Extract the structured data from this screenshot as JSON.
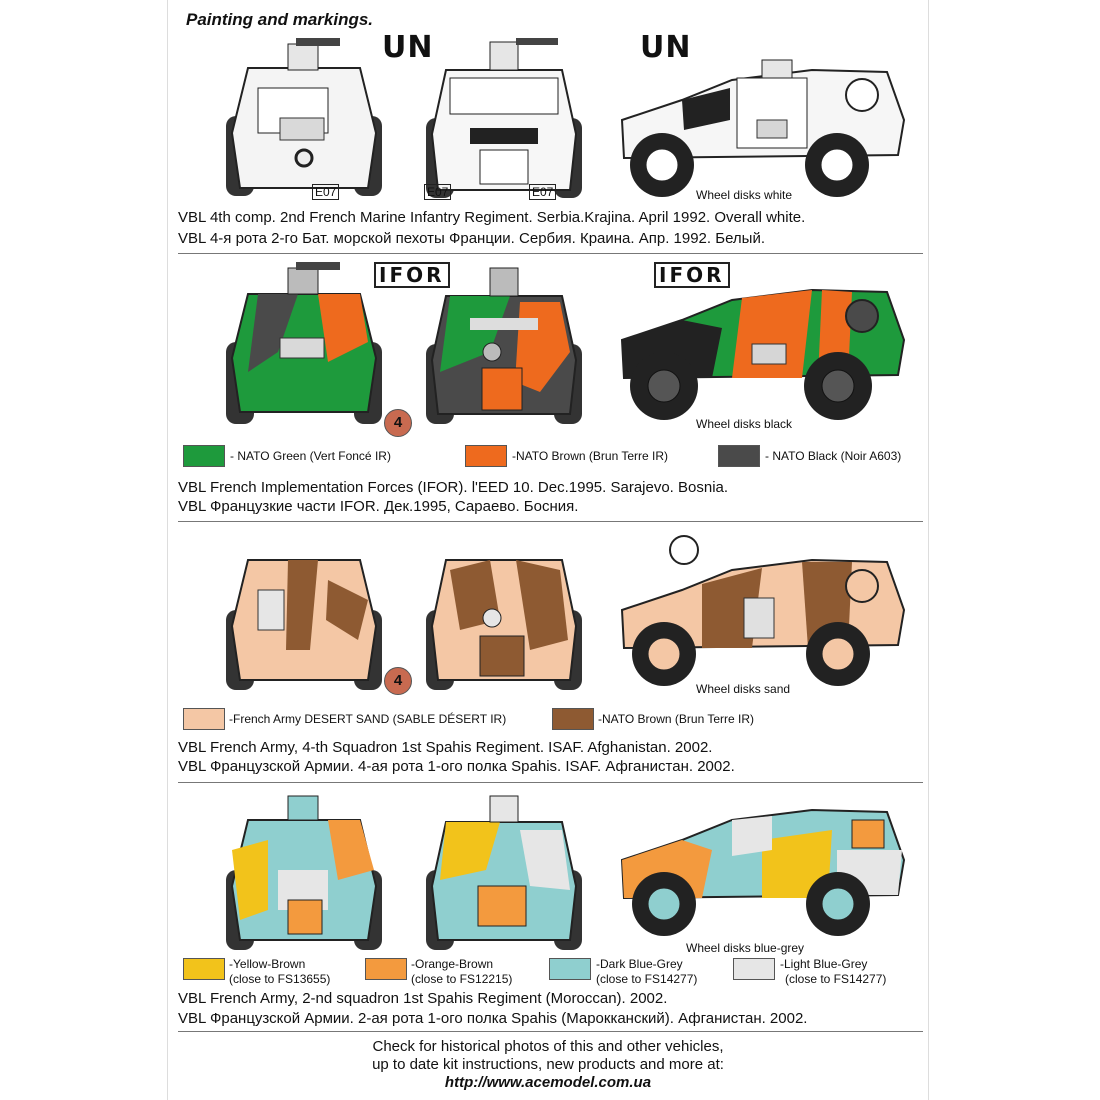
{
  "title": "Painting and markings.",
  "sections": [
    {
      "markings": [
        "UN",
        "UN"
      ],
      "serials": [
        "E07",
        "E07",
        "E07"
      ],
      "wheel_note": "Wheel disks white",
      "caption_en": "VBL 4th comp. 2nd French Marine Infantry Regiment. Serbia.Krajina. April 1992. Overall white.",
      "caption_ru": "VBL 4-я рота 2-го Бат. морской пехоты Франции. Сербия. Краина. Апр. 1992. Белый."
    },
    {
      "markings": [
        "IFOR",
        "IFOR"
      ],
      "badge": "4",
      "wheel_note": "Wheel disks black",
      "swatches": [
        {
          "color": "#1e9a3c",
          "label": "-  NATO Green (Vert Foncé IR)"
        },
        {
          "color": "#ee6a1e",
          "label": "-NATO Brown (Brun Terre IR)"
        },
        {
          "color": "#4a4a4a",
          "label": "- NATO Black (Noir A603)"
        }
      ],
      "caption_en": "VBL French Implementation Forces (IFOR). l'EED 10. Dec.1995. Sarajevo. Bosnia.",
      "caption_ru": "VBL Французкие части IFOR. Дек.1995, Сараево. Босния."
    },
    {
      "badge": "4",
      "wheel_note": "Wheel disks sand",
      "swatches": [
        {
          "color": "#f4c7a5",
          "label": "-French Army DESERT SAND (SABLE DÉSERT IR)"
        },
        {
          "color": "#8e5a32",
          "label": "-NATO Brown (Brun Terre IR)"
        }
      ],
      "caption_en": "VBL French Army, 4-th Squadron 1st Spahis Regiment. ISAF. Afghanistan. 2002.",
      "caption_ru": "VBL Французской Армии. 4-ая рота 1-ого полка Spahis. ISAF. Афганистан. 2002."
    },
    {
      "wheel_note": "Wheel disks blue-grey",
      "swatches": [
        {
          "color": "#f2c31b",
          "label1": "-Yellow-Brown",
          "label2": "(close to FS13655)"
        },
        {
          "color": "#f39a3e",
          "label1": "-Orange-Brown",
          "label2": "(close to FS12215)"
        },
        {
          "color": "#8fcfcf",
          "label1": "-Dark Blue-Grey",
          "label2": "(close to FS14277)"
        },
        {
          "color": "#e6e6e6",
          "label1": "-Light Blue-Grey",
          "label2": "(close to FS14277)"
        }
      ],
      "caption_en": "VBL French Army, 2-nd squadron 1st Spahis Regiment (Moroccan). 2002.",
      "caption_ru": "VBL Французской Армии. 2-ая рота 1-ого полка Spahis (Марокканский). Афганистан. 2002."
    }
  ],
  "footer": {
    "line1": "Check for historical photos of this and  other vehicles,",
    "line2": "up to date kit instructions, new products and more at:",
    "url": "http://www.acemodel.com.ua"
  }
}
